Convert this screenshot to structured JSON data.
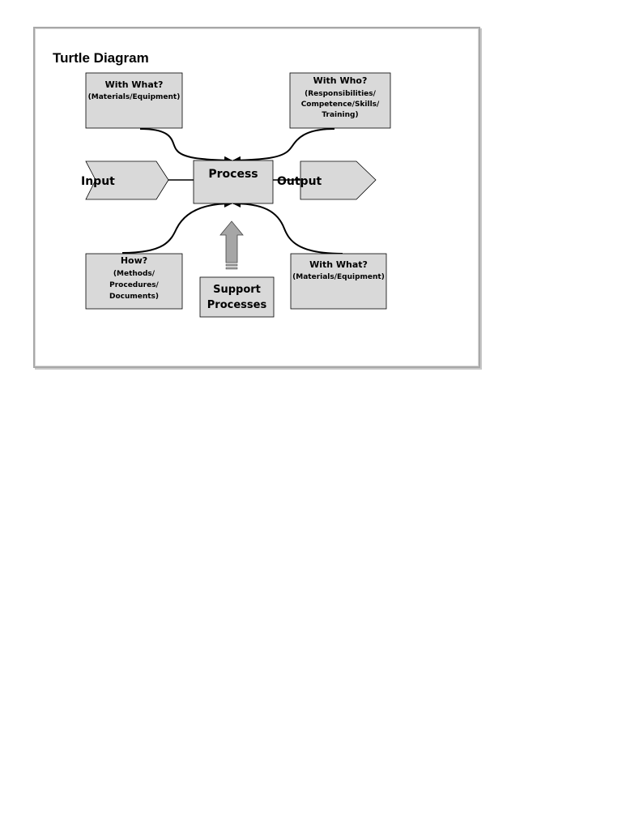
{
  "diagram": {
    "title": "Turtle Diagram",
    "top_left": {
      "heading": "With What?",
      "lines": [
        "(Materials/Equipment)"
      ]
    },
    "top_right": {
      "heading": "With Who?",
      "lines": [
        "(Responsibilities/",
        "Competence/Skills/",
        "Training)"
      ]
    },
    "input": "Input",
    "process": "Process",
    "output": "Output",
    "bottom_left": {
      "heading": "How?",
      "lines": [
        "(Methods/",
        "Procedures/",
        "Documents)"
      ]
    },
    "support": {
      "lines": [
        "Support",
        "Processes"
      ]
    },
    "bottom_right": {
      "heading": "With What?",
      "lines": [
        "(Materials/Equipment)"
      ]
    },
    "colors": {
      "box_fill": "#d9d9d9",
      "arrow_fill": "#a6a6a6",
      "frame_border": "#a8a8a8"
    }
  }
}
